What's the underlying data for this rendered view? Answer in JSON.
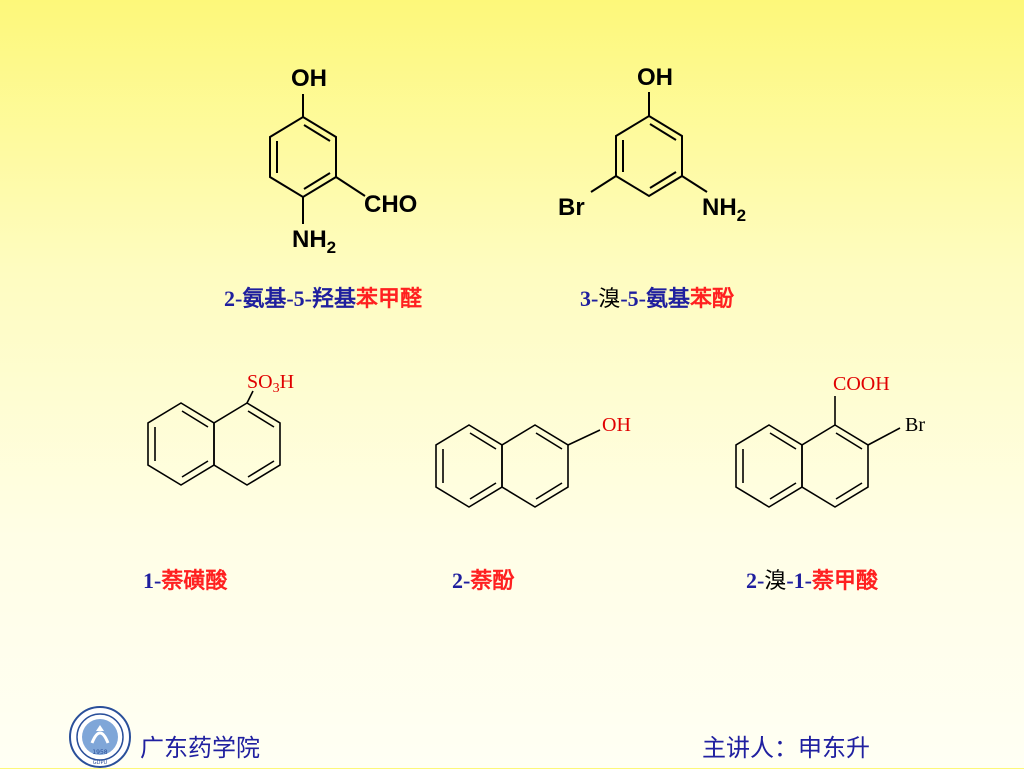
{
  "compounds": [
    {
      "labels": {
        "oh": "OH",
        "cho": "CHO",
        "nh": "NH",
        "sub2": "2"
      },
      "caption": [
        {
          "text": "2-",
          "color": "blue"
        },
        {
          "text": "氨基",
          "color": "blue"
        },
        {
          "text": "-5-",
          "color": "blue"
        },
        {
          "text": "羟基",
          "color": "blue"
        },
        {
          "text": "苯甲醛",
          "color": "red"
        }
      ]
    },
    {
      "labels": {
        "oh": "OH",
        "br": "Br",
        "nh": "NH",
        "sub2": "2"
      },
      "caption": [
        {
          "text": "3-",
          "color": "blue"
        },
        {
          "text": "溴",
          "color": "black"
        },
        {
          "text": "-5-",
          "color": "blue"
        },
        {
          "text": "氨基",
          "color": "blue"
        },
        {
          "text": "苯酚",
          "color": "red"
        }
      ]
    },
    {
      "labels": {
        "so": "SO",
        "sub3": "3",
        "h": "H"
      },
      "caption": [
        {
          "text": "1-",
          "color": "blue"
        },
        {
          "text": "萘磺酸",
          "color": "red"
        }
      ]
    },
    {
      "labels": {
        "oh": "OH"
      },
      "caption": [
        {
          "text": "2-",
          "color": "blue"
        },
        {
          "text": "萘酚",
          "color": "red"
        }
      ]
    },
    {
      "labels": {
        "cooh": "COOH",
        "br": "Br"
      },
      "caption": [
        {
          "text": "2-",
          "color": "blue"
        },
        {
          "text": "溴",
          "color": "black"
        },
        {
          "text": "-1-",
          "color": "blue"
        },
        {
          "text": "萘甲酸",
          "color": "red"
        }
      ]
    }
  ],
  "footer": {
    "school": "广东药学院",
    "lecturer": "主讲人：申东升",
    "logo_year": "1958",
    "logo_abbr": "GDPU"
  },
  "colors": {
    "caption_blue": "#1f1f9e",
    "caption_red": "#ff2020",
    "label_red": "#e00000",
    "footer_blue": "#2020a0"
  }
}
